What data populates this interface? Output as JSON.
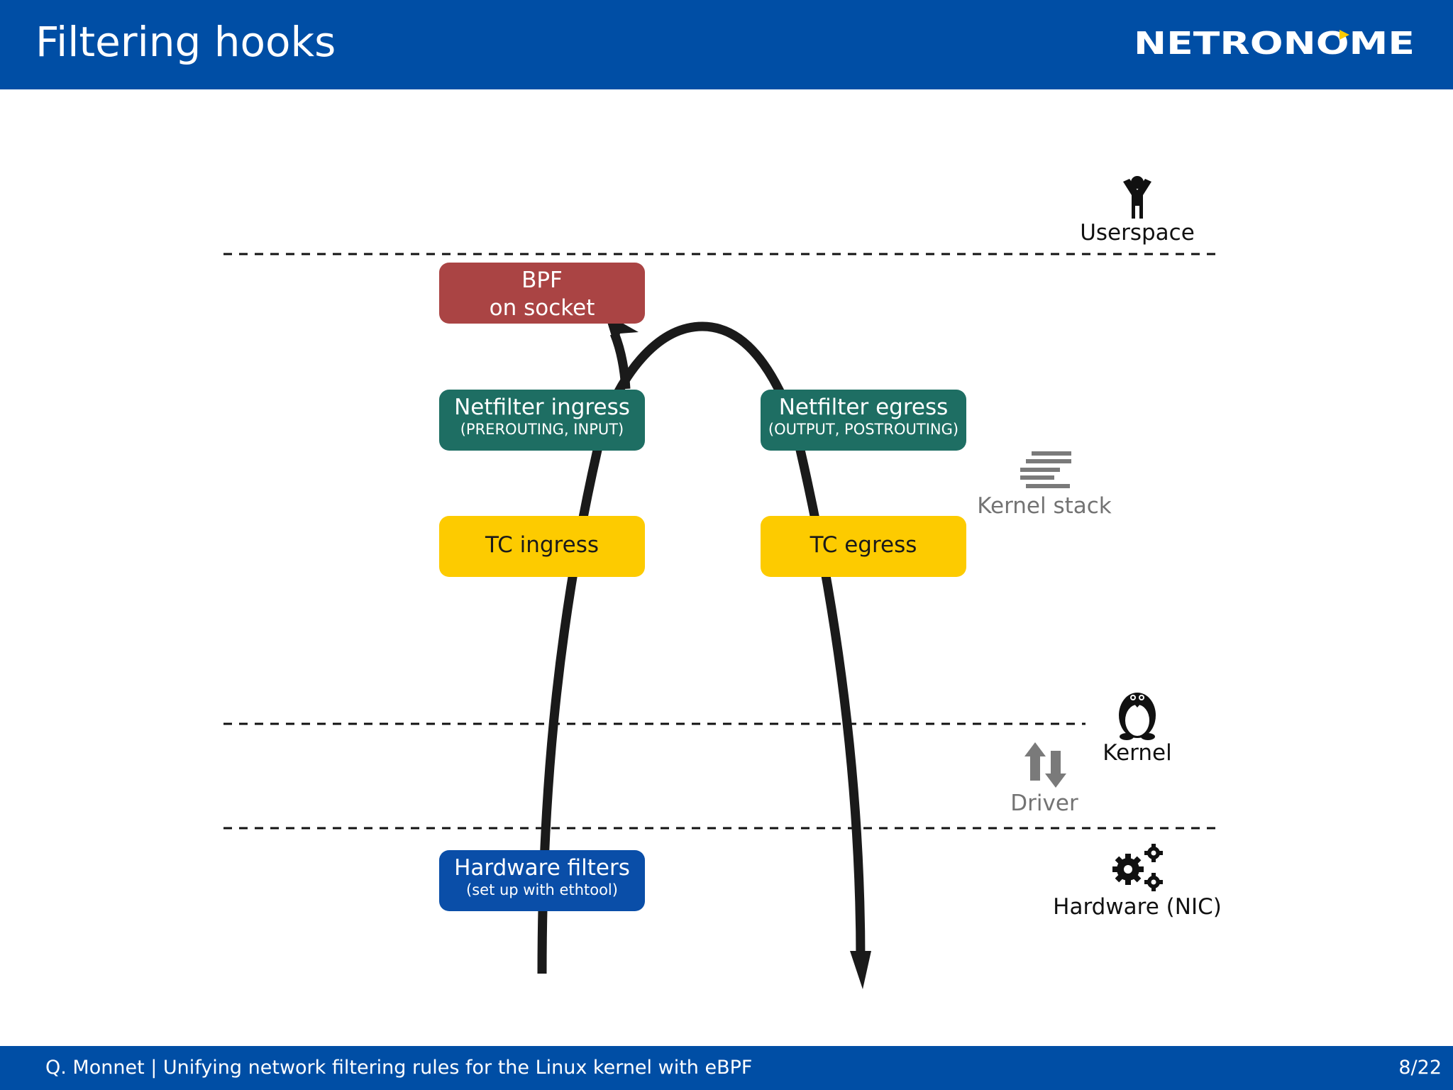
{
  "header": {
    "title": "Filtering hooks",
    "logo_text": "NETRONOME"
  },
  "hooks": {
    "bpf_socket": {
      "line1": "BPF",
      "line2": "on socket"
    },
    "netfilter_ingress": {
      "label": "Netfilter ingress",
      "sub": "(PREROUTING, INPUT)"
    },
    "netfilter_egress": {
      "label": "Netfilter egress",
      "sub": "(OUTPUT, POSTROUTING)"
    },
    "tc_ingress": {
      "label": "TC ingress"
    },
    "tc_egress": {
      "label": "TC egress"
    },
    "hardware_filters": {
      "label": "Hardware filters",
      "sub": "(set up with ethtool)"
    }
  },
  "layers": {
    "userspace": "Userspace",
    "kernel_stack": "Kernel stack",
    "kernel": "Kernel",
    "driver": "Driver",
    "hardware": "Hardware (NIC)"
  },
  "icons": {
    "userspace": "person-icon",
    "kernel_stack": "stack-icon",
    "kernel": "tux-penguin-icon",
    "driver": "up-down-arrows-icon",
    "hardware": "gears-icon",
    "logo_accent": "yellow-triangle"
  },
  "colors": {
    "brand_blue": "#004ea5",
    "bpf": "#aa4444",
    "netfilter": "#1e6e63",
    "tc": "#fdcb00",
    "hardware": "#0a4ea8"
  },
  "footer": {
    "text": "Q. Monnet | Unifying network filtering rules for the Linux kernel with eBPF",
    "page": "8/22"
  }
}
